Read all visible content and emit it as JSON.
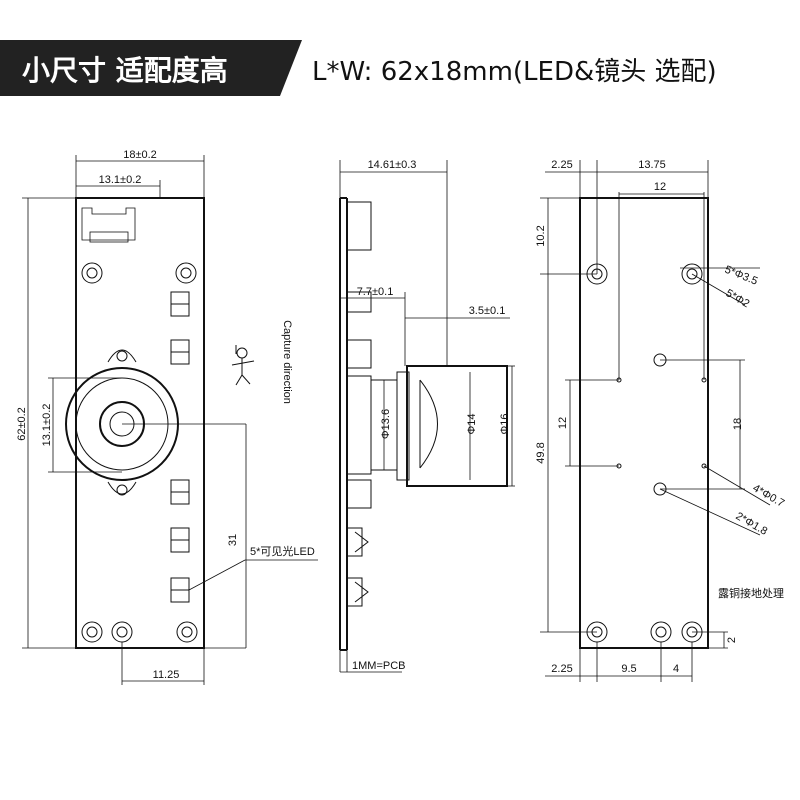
{
  "banner": {
    "tag": "小尺寸 适配度高",
    "spec": "L*W: 62x18mm(LED&镜头 选配)",
    "tag_bg": "#222222",
    "tag_fg": "#ffffff"
  },
  "front_view": {
    "width_total": "18±0.2",
    "width_inner": "13.1±0.2",
    "height_total": "62±0.2",
    "lens_height": "13.1±0.2",
    "offset_31": "31",
    "bottom_offset": "11.25",
    "led_label": "5*可见光LED",
    "capture_direction": "Capture direction"
  },
  "side_view": {
    "depth_total": "14.61±0.3",
    "depth_pcb_lens": "7.7±0.1",
    "lens_offset": "3.5±0.1",
    "d136": "Φ13.6",
    "d14": "Φ14",
    "d16": "Φ16",
    "pcb_note": "1MM=PCB"
  },
  "back_view": {
    "top_left": "2.25",
    "top_width": "13.75",
    "inner_width": "12",
    "left_top_height": "10.2",
    "hole_label": "5*Φ3.5",
    "pad_label": "5*Φ2",
    "mid_height": "12",
    "right_height": "18",
    "total_height": "49.8",
    "small_holes": "4*Φ0.7",
    "pin_holes": "2*Φ1.8",
    "ground_note": "露铜接地处理",
    "bottom_left": "2.25",
    "bottom_mid": "9.5",
    "bottom_right": "4",
    "bottom_edge": "2"
  }
}
